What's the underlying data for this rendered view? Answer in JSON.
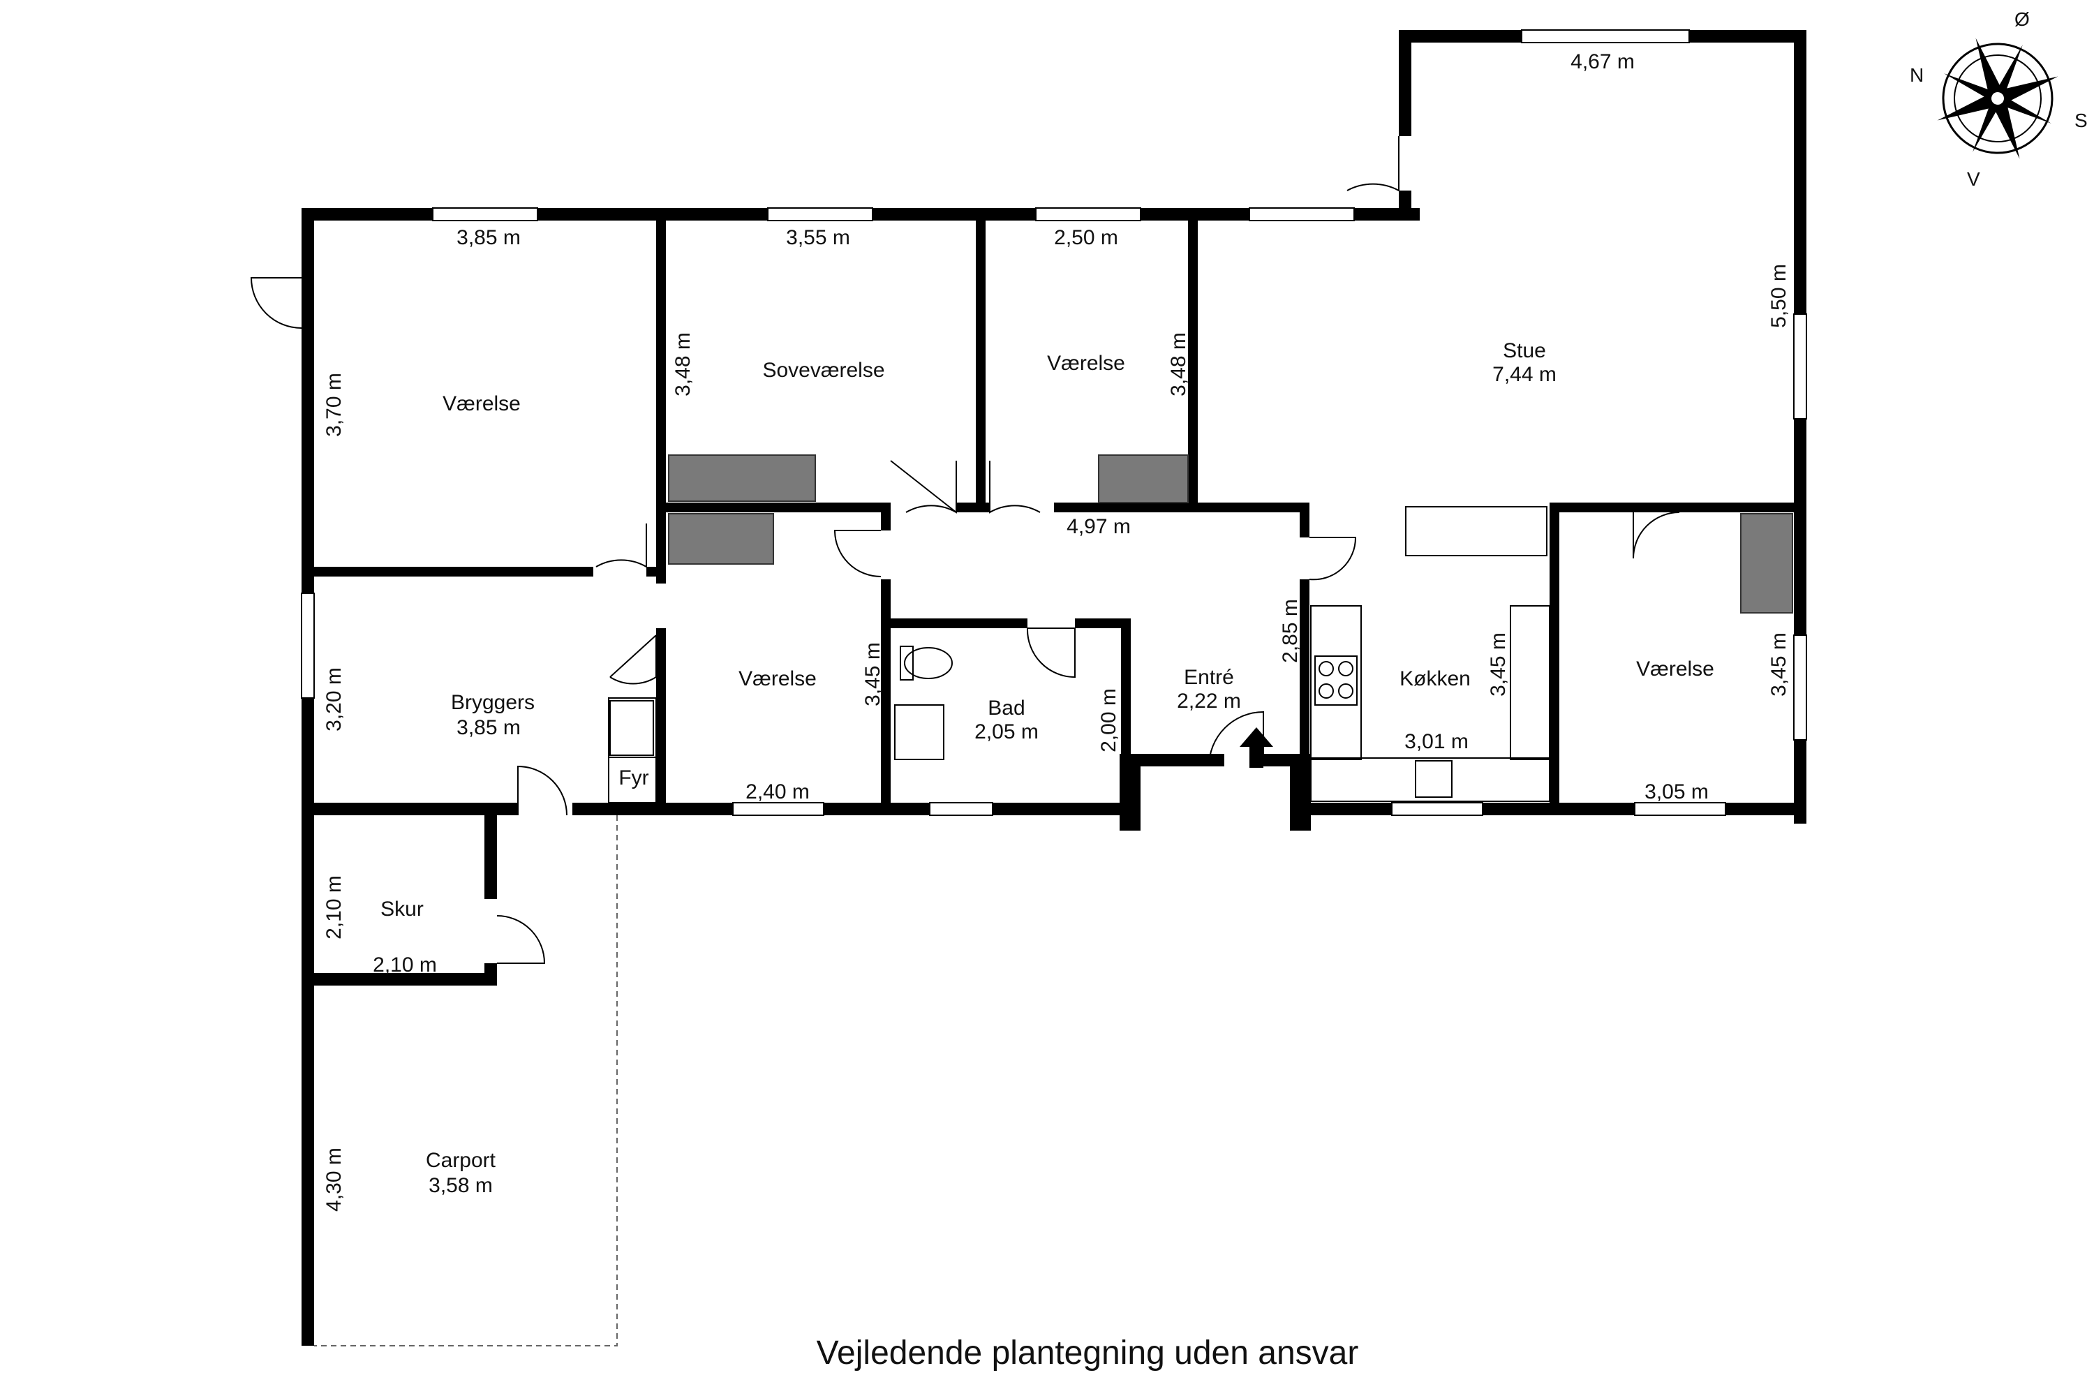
{
  "rooms": {
    "vaerelse_nw": {
      "name": "Værelse"
    },
    "sovevaerelse": {
      "name": "Soveværelse"
    },
    "vaerelse_n": {
      "name": "Værelse"
    },
    "stue": {
      "name": "Stue",
      "size": "7,44 m"
    },
    "bryggers": {
      "name": "Bryggers",
      "size": "3,85 m"
    },
    "fyr": {
      "name": "Fyr"
    },
    "vaerelse_mid": {
      "name": "Værelse"
    },
    "bad": {
      "name": "Bad",
      "size": "2,05 m"
    },
    "entre": {
      "name": "Entré",
      "size": "2,22 m"
    },
    "koekken": {
      "name": "Køkken"
    },
    "vaerelse_e": {
      "name": "Værelse"
    },
    "skur": {
      "name": "Skur"
    },
    "carport": {
      "name": "Carport",
      "size": "3,58 m"
    }
  },
  "dimensions": {
    "top_vaerelse": "3,85 m",
    "top_sove": "3,55 m",
    "top_vaerelse2": "2,50 m",
    "top_stue": "4,67 m",
    "side_vaerelse_nw": "3,70 m",
    "side_sove": "3,48 m",
    "side_vaerelse_n": "3,48 m",
    "side_stue": "5,50 m",
    "hall": "4,97 m",
    "side_bryggers": "3,20 m",
    "side_vaerelse_mid": "3,45 m",
    "bottom_vaerelse_mid": "2,40 m",
    "side_bad": "2,00 m",
    "side_entre": "2,85 m",
    "side_koekken": "3,45 m",
    "bottom_koekken": "3,01 m",
    "side_vaerelse_e": "3,45 m",
    "bottom_vaerelse_e": "3,05 m",
    "side_skur": "2,10 m",
    "bottom_skur": "2,10 m",
    "side_carport": "4,30 m"
  },
  "compass": {
    "n": "N",
    "o": "Ø",
    "s": "S",
    "v": "V"
  },
  "footer": "Vejledende plantegning uden ansvar"
}
